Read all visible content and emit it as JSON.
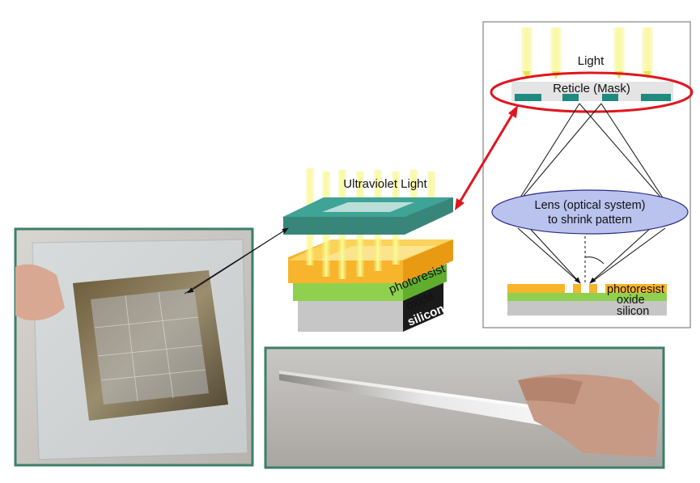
{
  "labels": {
    "light": "Light",
    "reticle": "Reticle (Mask)",
    "lens_line1": "Lens (optical system)",
    "lens_line2": "to shrink pattern",
    "wafer_photoresist": "photoresist",
    "wafer_oxide": "oxide",
    "wafer_silicon": "silicon",
    "uv_light": "Ultraviolet Light",
    "stack_photoresist": "photoresist",
    "stack_oxide": "oxide",
    "stack_silicon": "silicon"
  },
  "colors": {
    "frame_green": "#3c7f6a",
    "mask_teal": "#1f8a80",
    "photoresist": "#f7b42c",
    "oxide": "#8fd14f",
    "silicon": "#c6c6c6",
    "lens_fill": "#b9c3ee",
    "highlight_red": "#e0161e",
    "light_beam": "#f2f07a"
  }
}
